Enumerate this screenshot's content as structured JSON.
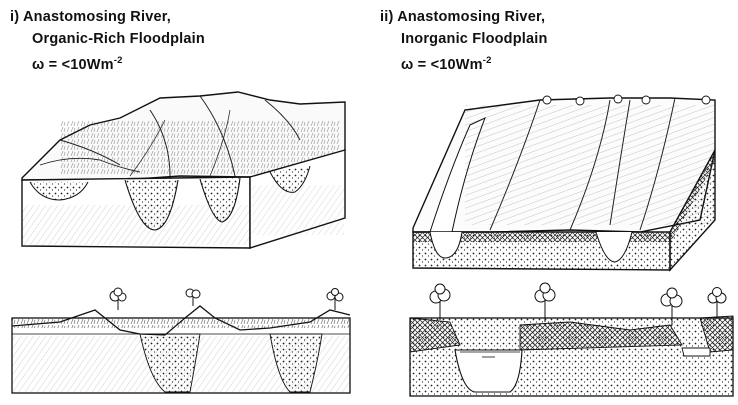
{
  "panels": [
    {
      "numeral": "i)",
      "title_line1": "Anastomosing River,",
      "title_line2": "Organic-Rich Floodplain",
      "formula_base": "ω = <10Wm",
      "formula_exp": "-2"
    },
    {
      "numeral": "ii)",
      "title_line1": "Anastomosing River,",
      "title_line2": "Inorganic Floodplain",
      "formula_base": "ω = <10Wm",
      "formula_exp": "-2"
    }
  ]
}
